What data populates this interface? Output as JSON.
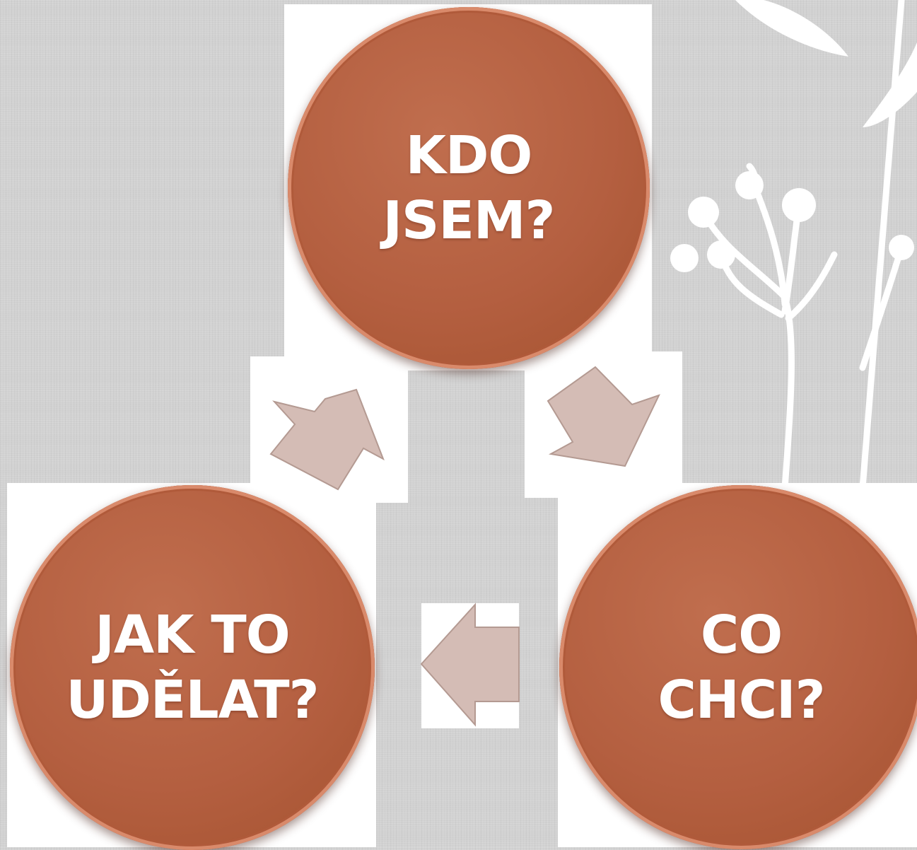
{
  "nodes": [
    {
      "id": "top",
      "lines": [
        "KDO",
        "JSEM?"
      ]
    },
    {
      "id": "right",
      "lines": [
        "CO",
        "CHCI?"
      ]
    },
    {
      "id": "left",
      "lines": [
        "JAK TO",
        "UDĚLAT?"
      ]
    }
  ],
  "connectors": [
    {
      "from": "left",
      "to": "top",
      "icon": "arrow-up-right-icon"
    },
    {
      "from": "top",
      "to": "right",
      "icon": "arrow-down-right-icon"
    },
    {
      "from": "right",
      "to": "left",
      "icon": "arrow-left-icon"
    }
  ],
  "colors": {
    "node_fill": "#b45f40",
    "arrow_fill": "#d4bcb5",
    "text": "#ffffff",
    "background": "#d2d2d2"
  }
}
